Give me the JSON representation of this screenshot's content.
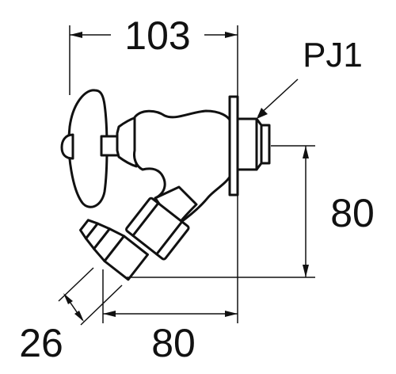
{
  "diagram": {
    "part_label": "PJ1",
    "dimensions": {
      "overall_width": "103",
      "height": "80",
      "bottom_width": "80",
      "hose_diameter": "26"
    }
  }
}
